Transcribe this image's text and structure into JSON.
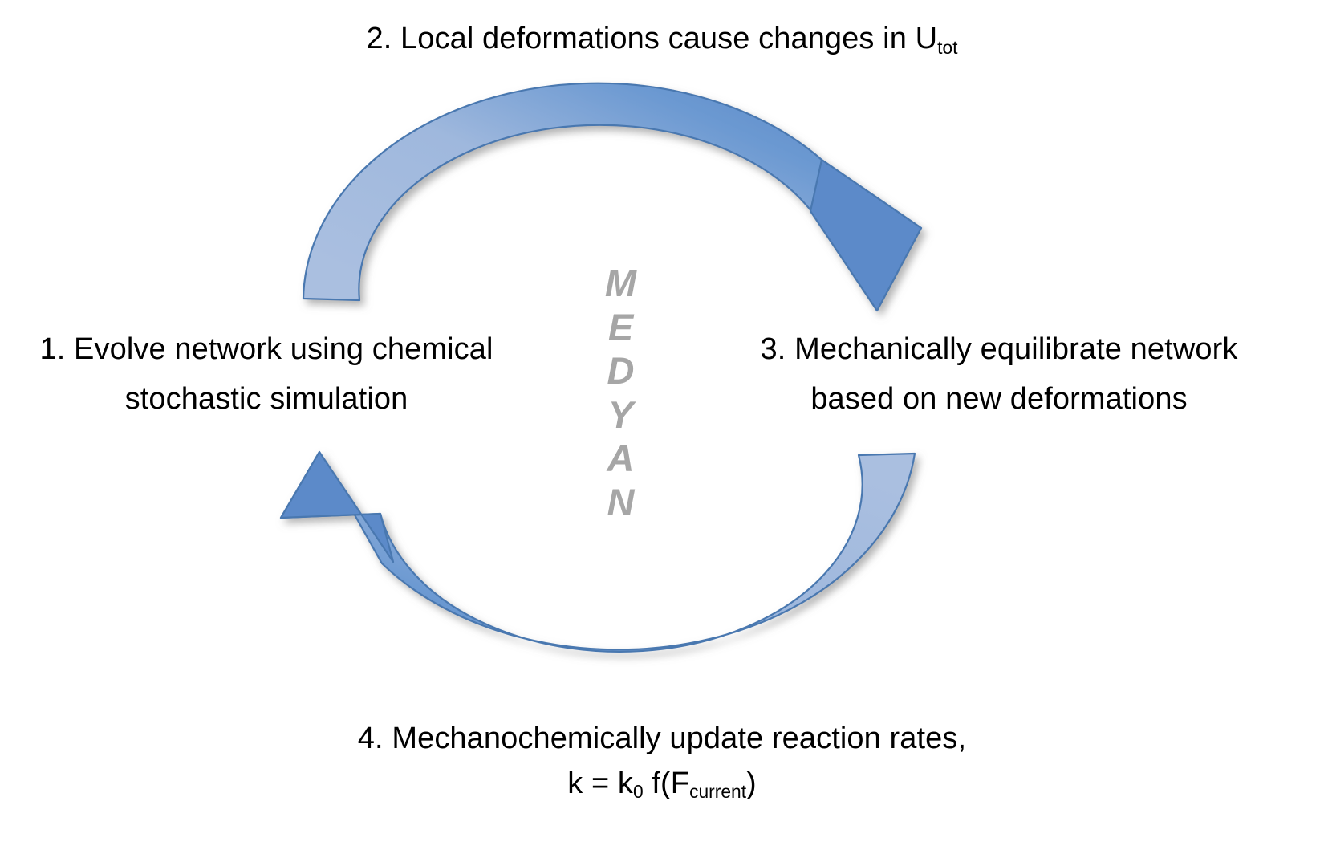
{
  "diagram": {
    "type": "cycle",
    "title_wordmark": "MEDYAN",
    "wordmark_letters": [
      "M",
      "E",
      "D",
      "Y",
      "A",
      "N"
    ],
    "background_color": "#ffffff",
    "arrow_fill_light": "#a9bfe0",
    "arrow_fill_dark": "#5b8ac9",
    "arrow_stroke": "#4472a8",
    "wordmark_color": "#a6a6a6",
    "text_color": "#000000",
    "steps": [
      {
        "number": "1.",
        "position": "left",
        "line1": "1. Evolve network using chemical",
        "line2": "stochastic simulation"
      },
      {
        "number": "2.",
        "position": "top",
        "line1_prefix": "2. Local deformations cause changes in U",
        "line1_subscript": "tot"
      },
      {
        "number": "3.",
        "position": "right",
        "line1": "3. Mechanically equilibrate network",
        "line2": "based on new deformations"
      },
      {
        "number": "4.",
        "position": "bottom",
        "line1": "4. Mechanochemically update reaction rates,",
        "formula_prefix": "k = k",
        "formula_sub1": "0",
        "formula_mid": " f(F",
        "formula_sub2": "current",
        "formula_suffix": ")"
      }
    ],
    "arrows": [
      {
        "name": "top-arrow",
        "direction": "clockwise",
        "from": "step1",
        "to": "step3",
        "head": "down-right"
      },
      {
        "name": "bottom-arrow",
        "direction": "clockwise",
        "from": "step3",
        "to": "step1",
        "head": "up-left"
      }
    ]
  }
}
